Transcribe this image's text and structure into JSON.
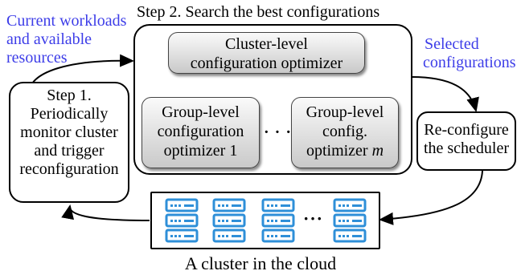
{
  "step2_title": "Step 2. Search the best configurations",
  "inputs_label": [
    "Current workloads",
    "and available",
    "resources"
  ],
  "selected_label": [
    "Selected",
    "configurations"
  ],
  "step1_box": [
    "Step 1.",
    "Periodically",
    "monitor cluster",
    "and trigger",
    "reconfiguration"
  ],
  "cluster_optimizer": [
    "Cluster-level",
    "configuration optimizer"
  ],
  "group_optimizer_1": [
    "Group-level",
    "configuration",
    "optimizer 1"
  ],
  "group_optimizer_m": [
    "Group-level",
    "config.",
    "optimizer "
  ],
  "group_optimizer_m_var": "m",
  "ellipsis": "· · ·",
  "reconfigure_box": [
    "Re-configure",
    "the scheduler"
  ],
  "cluster_ellipsis": "···",
  "cluster_caption": "A cluster in the cloud",
  "colors": {
    "accent_blue": "#3d3de8",
    "server_blue": "#2e8fd8",
    "dotted_arrow": "#2a2ae0"
  },
  "icons": {
    "server": "server-rack-icon"
  }
}
